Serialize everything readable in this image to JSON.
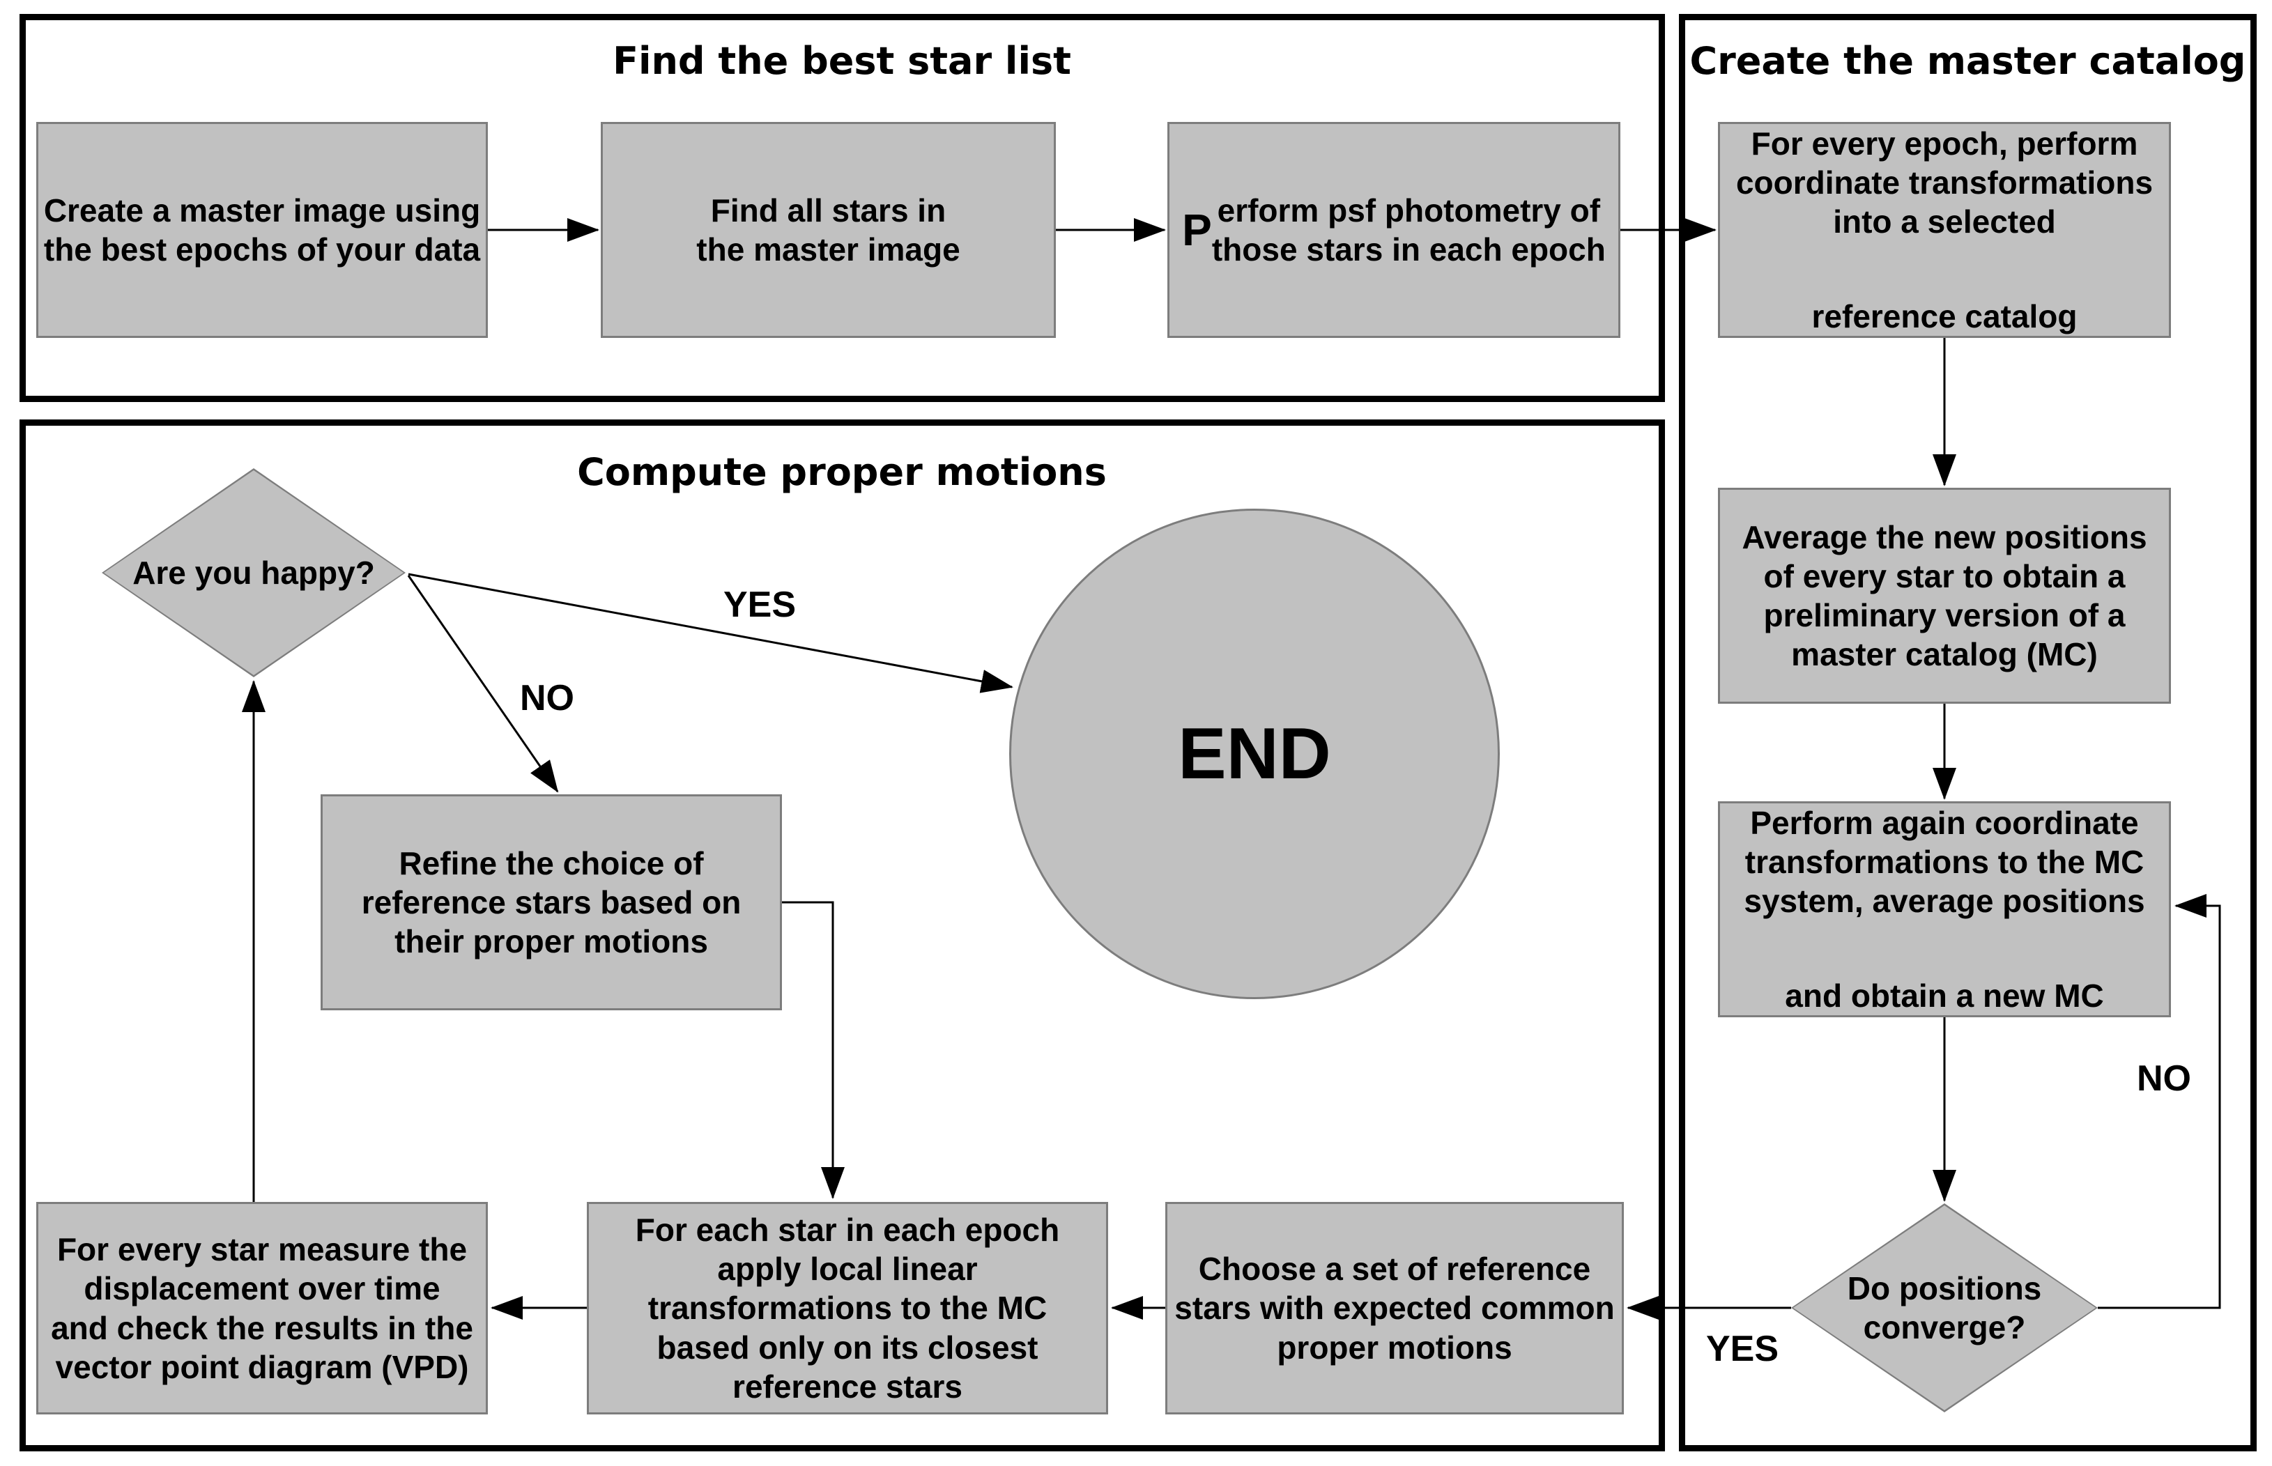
{
  "colors": {
    "node_fill": "#c1c1c1",
    "node_border": "#7d7d7d",
    "panel_border": "#000000",
    "arrow": "#000000",
    "background": "#ffffff"
  },
  "panel_find": {
    "title": "Find the best star list",
    "box_master_image": "Create a master image using\nthe best epochs of your data",
    "box_find_stars": "Find all stars in\nthe master image",
    "box_psf_lead": "P",
    "box_psf_rest": "erform psf photometry of\nthose stars in each epoch"
  },
  "panel_catalog": {
    "title": "Create the master catalog",
    "box_transform_p1": "For every epoch, perform\ncoordinate transformations\ninto a selected",
    "box_transform_p2": "reference catalog",
    "box_average": "Average the new positions\nof every star to obtain a\npreliminary version of a\nmaster catalog (MC)",
    "box_new_mc_p1": "Perform again coordinate\ntransformations to the MC\nsystem, average positions",
    "box_new_mc_p2": "and obtain a new MC",
    "diamond_converge": "Do positions\nconverge?",
    "label_no": "NO",
    "label_yes": "YES"
  },
  "panel_motions": {
    "title": "Compute proper motions",
    "diamond_happy": "Are you happy?",
    "label_yes": "YES",
    "label_no": "NO",
    "end_label": "END",
    "box_refine": "Refine the choice of\nreference stars based on\ntheir proper motions",
    "box_measure": "For every star measure the\ndisplacement over time\nand check the results in the\nvector point diagram (VPD)",
    "box_local_transform": "For each star in each epoch\napply local linear\ntransformations to the MC\nbased only on its closest\nreference stars",
    "box_choose": "Choose a set of reference\nstars with expected common\nproper motions"
  }
}
